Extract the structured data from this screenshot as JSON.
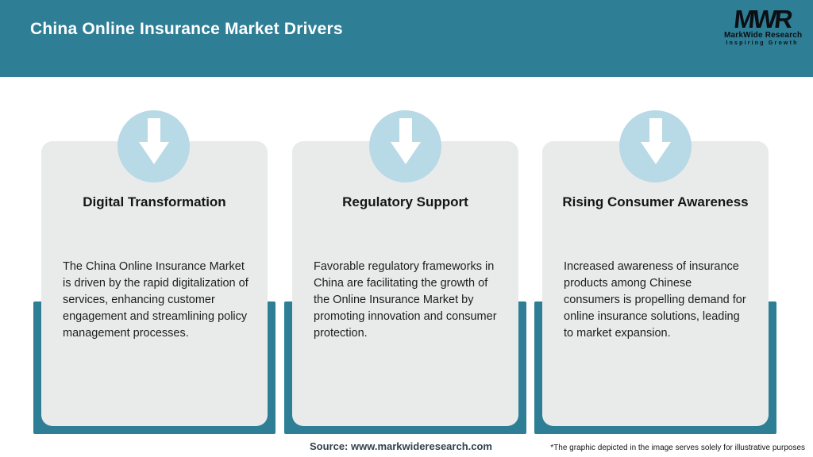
{
  "header": {
    "title": "China Online Insurance Market Drivers",
    "logo": {
      "acronym": "MWR",
      "name": "MarkWide Research",
      "tagline": "Inspiring Growth"
    }
  },
  "cards": [
    {
      "title": "Digital Transformation",
      "body": "The China Online Insurance Market is driven by the rapid digitalization of services, enhancing customer engagement and streamlining policy management processes."
    },
    {
      "title": "Regulatory Support",
      "body": "Favorable regulatory frameworks in China are facilitating the growth of the Online Insurance Market by promoting innovation and consumer protection."
    },
    {
      "title": "Rising Consumer Awareness",
      "body": "Increased awareness of insurance products among Chinese consumers is propelling demand for online insurance solutions, leading to market expansion."
    }
  ],
  "footer": {
    "source": "Source: www.markwideresearch.com",
    "disclaimer": "*The graphic depicted in the image serves solely for illustrative purposes"
  },
  "colors": {
    "accent_teal": "#2e7e95",
    "card_background": "#e9ebeb",
    "badge_blue": "#b8d9e6",
    "title_text": "#ffffff",
    "body_text": "#1d1d1d"
  }
}
